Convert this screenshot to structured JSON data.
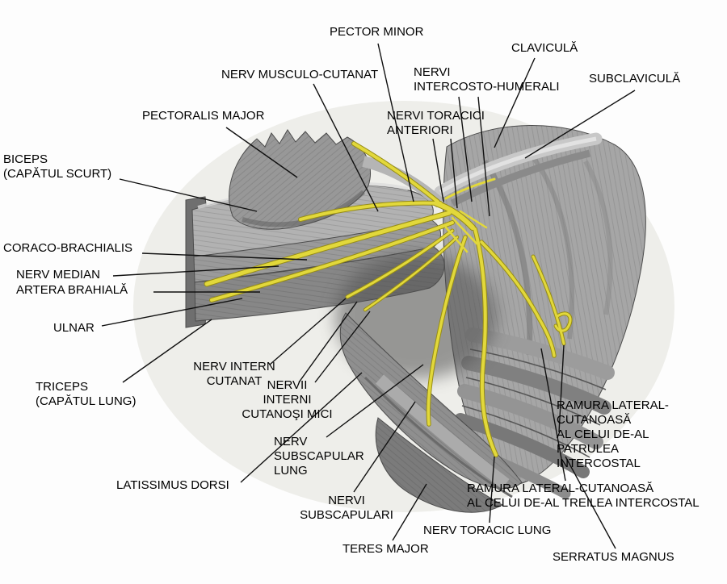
{
  "figure": {
    "colors": {
      "nerve_highlight": "#e2d83b",
      "label_text": "#000000",
      "background": "#fdfdfd"
    },
    "labels": [
      {
        "id": "pector-minor",
        "text": "PECTOR MINOR"
      },
      {
        "id": "clavicula",
        "text": "CLAVICULĂ"
      },
      {
        "id": "nerv-musculo-cutanat",
        "text": "NERV MUSCULO-CUTANAT"
      },
      {
        "id": "nervi-intercosto-humerali",
        "text": "NERVI\nINTERCOSTO-HUMERALI"
      },
      {
        "id": "subclavicula",
        "text": "SUBCLAVICULĂ"
      },
      {
        "id": "pectoralis-major",
        "text": "PECTORALIS MAJOR"
      },
      {
        "id": "nervi-toracici-anteriori",
        "text": "NERVI TORACICI\nANTERIORI"
      },
      {
        "id": "biceps-capatul-scurt",
        "text": "BICEPS\n(CAPĂTUL SCURT)"
      },
      {
        "id": "coraco-brachialis",
        "text": "CORACO-BRACHIALIS"
      },
      {
        "id": "nerv-median",
        "text": "NERV MEDIAN"
      },
      {
        "id": "artera-brahiala",
        "text": "ARTERA BRAHIALĂ"
      },
      {
        "id": "ulnar",
        "text": "ULNAR"
      },
      {
        "id": "nerv-intern-cutanat",
        "text": "NERV INTERN\nCUTANAT"
      },
      {
        "id": "nervii-interni-cutanosi-mici",
        "text": "NERVII\nINTERNI\nCUTANOŞI MICI"
      },
      {
        "id": "triceps-capatul-lung",
        "text": "TRICEPS\n(CAPĂTUL LUNG)"
      },
      {
        "id": "nerv-subscapular-lung",
        "text": "NERV\nSUBSCAPULAR\nLUNG"
      },
      {
        "id": "latissimus-dorsi",
        "text": "LATISSIMUS DORSI"
      },
      {
        "id": "nervi-subscapulari",
        "text": "NERVI\nSUBSCAPULARI"
      },
      {
        "id": "ramura-lateral-cutanoasa-patrulea",
        "text": "RAMURA LATERAL-\nCUTANOASĂ\nAL CELUI DE-AL\nPATRULEA\nINTERCOSTAL"
      },
      {
        "id": "ramura-lateral-cutanoasa-treilea",
        "text": "RAMURA LATERAL-CUTANOASĂ\nAL CELUI DE-AL TREILEA INTERCOSTAL"
      },
      {
        "id": "nerv-toracic-lung",
        "text": "NERV TORACIC LUNG"
      },
      {
        "id": "teres-major",
        "text": "TERES MAJOR"
      },
      {
        "id": "serratus-magnus",
        "text": "SERRATUS MAGNUS"
      }
    ]
  }
}
